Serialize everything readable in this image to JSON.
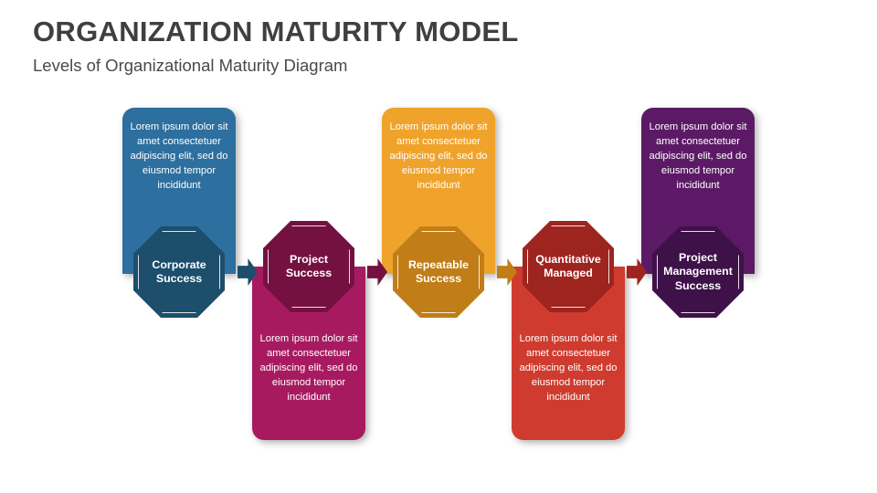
{
  "header": {
    "title": "ORGANIZATION MATURITY MODEL",
    "subtitle": "Levels of Organizational Maturity Diagram",
    "title_color": "#3f3f3f"
  },
  "diagram": {
    "type": "process-flow",
    "orientation": "horizontal",
    "stage_count": 5,
    "stages": [
      {
        "label": "Corporate Success",
        "body": "Lorem ipsum dolor sit amet consectetuer adipiscing elit, sed do eiusmod tempor incididunt",
        "panel_color": "#2d6f9e",
        "octagon_color": "#1d4e6b",
        "layout": "text-above"
      },
      {
        "label": "Project Success",
        "body": "Lorem ipsum dolor sit amet consectetuer adipiscing elit, sed do eiusmod tempor incididunt",
        "panel_color": "#a81a60",
        "octagon_color": "#741141",
        "layout": "text-below"
      },
      {
        "label": "Repeatable Success",
        "body": "Lorem ipsum dolor sit amet consectetuer adipiscing elit, sed do eiusmod tempor incididunt",
        "panel_color": "#f0a32a",
        "octagon_color": "#c07d18",
        "layout": "text-above"
      },
      {
        "label": "Quantitative Managed",
        "body": "Lorem ipsum dolor sit amet consectetuer adipiscing elit, sed do eiusmod tempor incididunt",
        "panel_color": "#cf3b2e",
        "octagon_color": "#9e2420",
        "layout": "text-below"
      },
      {
        "label": "Project Management Success",
        "body": "Lorem ipsum dolor sit amet consectetuer adipiscing elit, sed do eiusmod tempor incididunt",
        "panel_color": "#5c1a66",
        "octagon_color": "#3e1149",
        "layout": "text-above"
      }
    ],
    "arrows": [
      {
        "name": "arrow-1",
        "color": "#1d4e6b"
      },
      {
        "name": "arrow-2",
        "color": "#741141"
      },
      {
        "name": "arrow-3",
        "color": "#c07d18"
      },
      {
        "name": "arrow-4",
        "color": "#9e2420"
      }
    ]
  }
}
